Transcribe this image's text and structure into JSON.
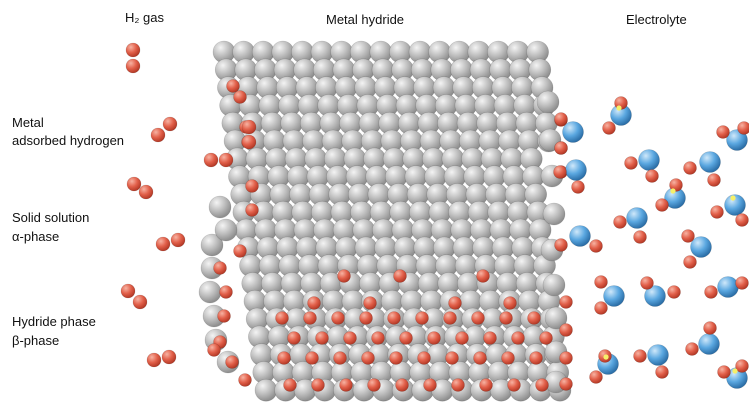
{
  "headers": {
    "gas": "H₂ gas",
    "metal": "Metal hydride",
    "electrolyte": "Electrolyte"
  },
  "labels": {
    "adsorbed_line1": "Metal",
    "adsorbed_line2": "adsorbed hydrogen",
    "alpha_line1": "Solid solution",
    "alpha_line2": "α-phase",
    "beta_line1": "Hydride phase",
    "beta_line2": "β-phase"
  },
  "colors": {
    "metal_atom": "#b9b9b9",
    "hydrogen_atom": "#e2604a",
    "oxygen_atom": "#5aa7e0",
    "highlight": "#f6f06a",
    "background": "#ffffff"
  }
}
